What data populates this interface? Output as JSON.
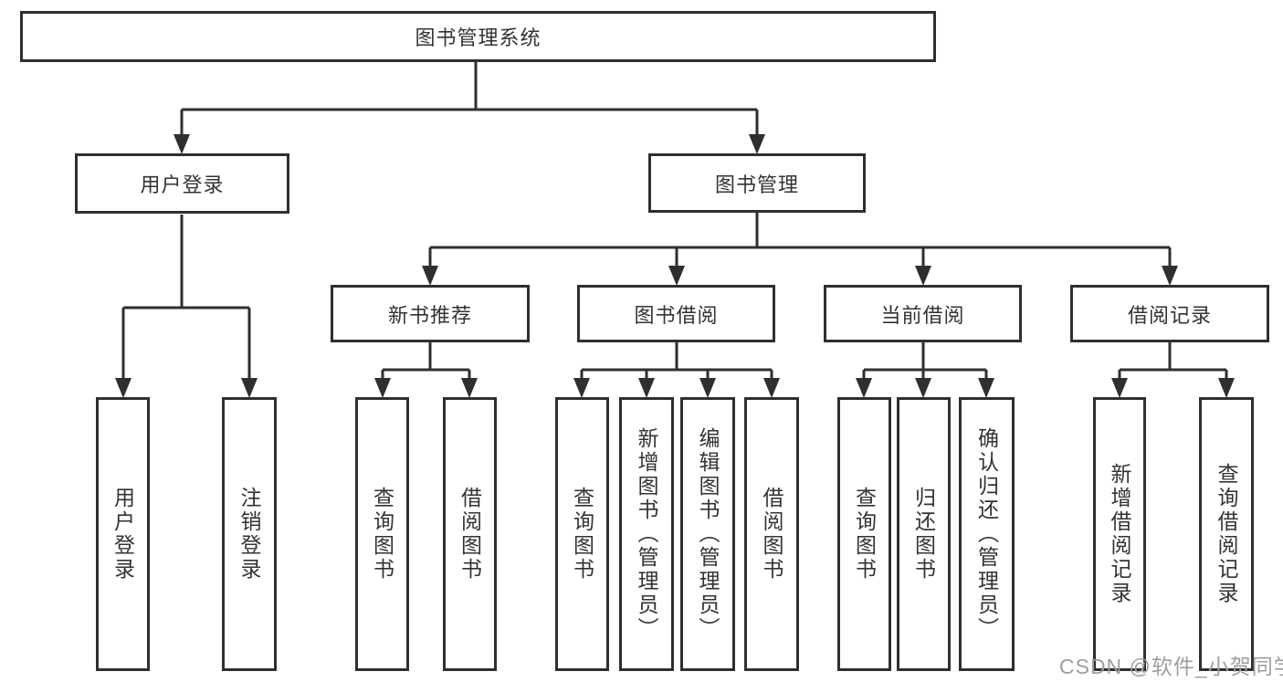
{
  "root": {
    "label": "图书管理系统"
  },
  "level2": [
    {
      "label": "用户登录"
    },
    {
      "label": "图书管理"
    }
  ],
  "level3": [
    {
      "label": "新书推荐"
    },
    {
      "label": "图书借阅"
    },
    {
      "label": "当前借阅"
    },
    {
      "label": "借阅记录"
    }
  ],
  "leafGroups": [
    {
      "items": [
        {
          "label": "用户登录"
        },
        {
          "label": "注销登录"
        }
      ]
    },
    {
      "items": [
        {
          "label": "查询图书"
        },
        {
          "label": "借阅图书"
        }
      ]
    },
    {
      "items": [
        {
          "label": "查询图书"
        },
        {
          "label": "新增图书（管理员）"
        },
        {
          "label": "编辑图书（管理员）"
        },
        {
          "label": "借阅图书"
        }
      ]
    },
    {
      "items": [
        {
          "label": "查询图书"
        },
        {
          "label": "归还图书"
        },
        {
          "label": "确认归还（管理员）"
        }
      ]
    },
    {
      "items": [
        {
          "label": "新增借阅记录"
        },
        {
          "label": "查询借阅记录"
        }
      ]
    }
  ],
  "watermark": {
    "text": "CSDN @软件_小贺同学"
  },
  "colors": {
    "line": "#2f2f2f",
    "text": "#333333",
    "watermark": "#9e9e9e",
    "background": "#ffffff"
  }
}
